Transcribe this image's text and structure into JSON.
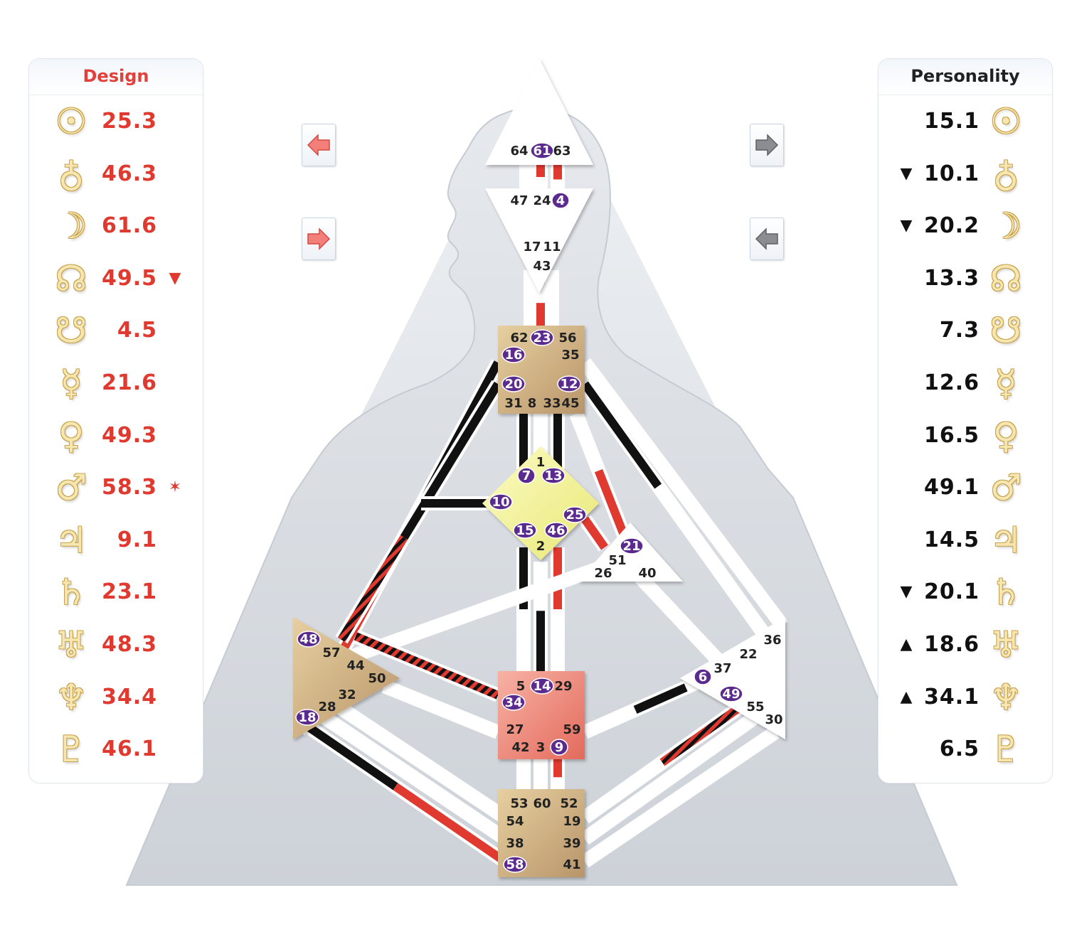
{
  "design": {
    "title": "Design",
    "rows": [
      {
        "planet": "sun-icon",
        "glyph": "☉",
        "value": "25.3",
        "mark": ""
      },
      {
        "planet": "earth-icon",
        "glyph": "♁",
        "value": "46.3",
        "mark": ""
      },
      {
        "planet": "moon-icon",
        "glyph": "☽",
        "value": "61.6",
        "mark": ""
      },
      {
        "planet": "north-node-icon",
        "glyph": "☊",
        "value": "49.5",
        "mark": "▼"
      },
      {
        "planet": "south-node-icon",
        "glyph": "☋",
        "value": "4.5",
        "mark": ""
      },
      {
        "planet": "mercury-icon",
        "glyph": "☿",
        "value": "21.6",
        "mark": ""
      },
      {
        "planet": "venus-icon",
        "glyph": "♀",
        "value": "49.3",
        "mark": ""
      },
      {
        "planet": "mars-icon",
        "glyph": "♂",
        "value": "58.3",
        "mark": "✶"
      },
      {
        "planet": "jupiter-icon",
        "glyph": "♃",
        "value": "9.1",
        "mark": ""
      },
      {
        "planet": "saturn-icon",
        "glyph": "♄",
        "value": "23.1",
        "mark": ""
      },
      {
        "planet": "uranus-icon",
        "glyph": "♅",
        "value": "48.3",
        "mark": ""
      },
      {
        "planet": "neptune-icon",
        "glyph": "♆",
        "value": "34.4",
        "mark": ""
      },
      {
        "planet": "pluto-icon",
        "glyph": "♇",
        "value": "46.1",
        "mark": ""
      }
    ]
  },
  "personality": {
    "title": "Personality",
    "rows": [
      {
        "planet": "sun-icon",
        "glyph": "☉",
        "value": "15.1",
        "mark": ""
      },
      {
        "planet": "earth-icon",
        "glyph": "♁",
        "value": "10.1",
        "mark": "▼"
      },
      {
        "planet": "moon-icon",
        "glyph": "☽",
        "value": "20.2",
        "mark": "▼"
      },
      {
        "planet": "north-node-icon",
        "glyph": "☊",
        "value": "13.3",
        "mark": ""
      },
      {
        "planet": "south-node-icon",
        "glyph": "☋",
        "value": "7.3",
        "mark": ""
      },
      {
        "planet": "mercury-icon",
        "glyph": "☿",
        "value": "12.6",
        "mark": ""
      },
      {
        "planet": "venus-icon",
        "glyph": "♀",
        "value": "16.5",
        "mark": ""
      },
      {
        "planet": "mars-icon",
        "glyph": "♂",
        "value": "49.1",
        "mark": ""
      },
      {
        "planet": "jupiter-icon",
        "glyph": "♃",
        "value": "14.5",
        "mark": ""
      },
      {
        "planet": "saturn-icon",
        "glyph": "♄",
        "value": "20.1",
        "mark": "▼"
      },
      {
        "planet": "uranus-icon",
        "glyph": "♅",
        "value": "18.6",
        "mark": "▲"
      },
      {
        "planet": "neptune-icon",
        "glyph": "♆",
        "value": "34.1",
        "mark": "▲"
      },
      {
        "planet": "pluto-icon",
        "glyph": "♇",
        "value": "6.5",
        "mark": ""
      }
    ]
  },
  "colors": {
    "design_red": "#e03a30",
    "personality_black": "#111111",
    "activated_gate": "#5b2a8e",
    "head_center": "#ffffff",
    "ajna_center": "#ffffff",
    "throat_center": "#d9bd8c",
    "g_center": "#f4f29a",
    "heart_center": "#ffffff",
    "sacral_center": "#ee7d70",
    "spleen_center": "#d9bd8c",
    "solar_plexus_center": "#ffffff",
    "root_center": "#d9bd8c"
  },
  "centers": {
    "head": {
      "gates": [
        "64",
        "61",
        "63"
      ]
    },
    "ajna": {
      "gates": [
        "47",
        "24",
        "4",
        "17",
        "11",
        "43"
      ]
    },
    "throat": {
      "gates": [
        "62",
        "23",
        "56",
        "16",
        "35",
        "20",
        "12",
        "31",
        "8",
        "33",
        "45"
      ]
    },
    "g": {
      "gates": [
        "1",
        "7",
        "13",
        "10",
        "25",
        "15",
        "46",
        "2"
      ]
    },
    "heart": {
      "gates": [
        "21",
        "51",
        "26",
        "40"
      ]
    },
    "spleen": {
      "gates": [
        "48",
        "57",
        "44",
        "50",
        "32",
        "28",
        "18"
      ]
    },
    "sacral": {
      "gates": [
        "5",
        "14",
        "29",
        "34",
        "27",
        "59",
        "42",
        "3",
        "9"
      ]
    },
    "solar_plexus": {
      "gates": [
        "36",
        "22",
        "37",
        "6",
        "49",
        "55",
        "30"
      ]
    },
    "root": {
      "gates": [
        "53",
        "60",
        "52",
        "54",
        "19",
        "38",
        "39",
        "58",
        "41"
      ]
    }
  },
  "activated_gates": [
    "61",
    "4",
    "23",
    "16",
    "20",
    "12",
    "7",
    "13",
    "10",
    "25",
    "15",
    "46",
    "21",
    "48",
    "18",
    "14",
    "34",
    "9",
    "6",
    "49",
    "58"
  ],
  "nav": {
    "design_prev": "arrow-left-icon",
    "design_next": "arrow-right-icon",
    "personality_next": "arrow-right-icon",
    "personality_prev": "arrow-left-icon"
  }
}
